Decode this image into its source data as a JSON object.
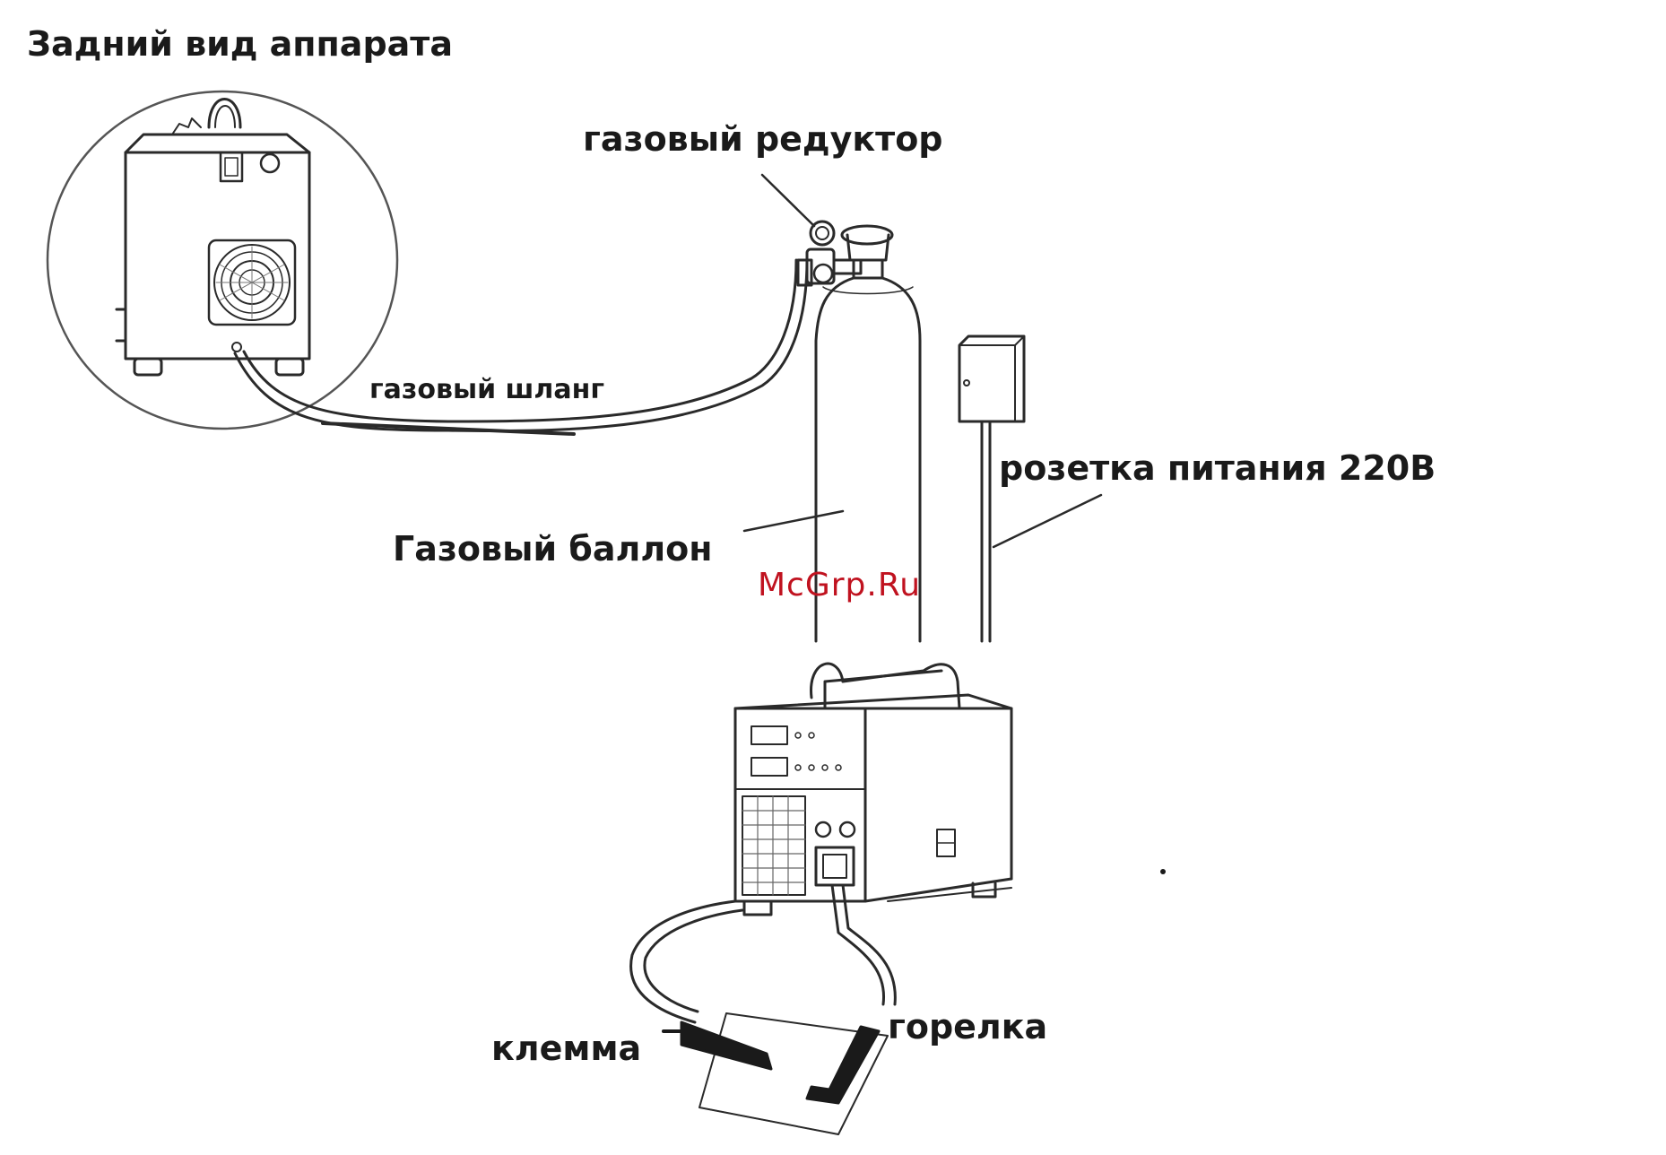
{
  "labels": {
    "rear_view": "Задний вид аппарата",
    "gas_regulator": "газовый редуктор",
    "gas_hose": "газовый шланг",
    "power_socket": "розетка питания 220В",
    "gas_cylinder": "Газовый баллон",
    "clamp": "клемма",
    "torch": "горелка"
  },
  "watermark": "McGrp.Ru",
  "colors": {
    "line": "#2a2a2a",
    "text": "#1a1a1a",
    "watermark": "#c0121f"
  }
}
